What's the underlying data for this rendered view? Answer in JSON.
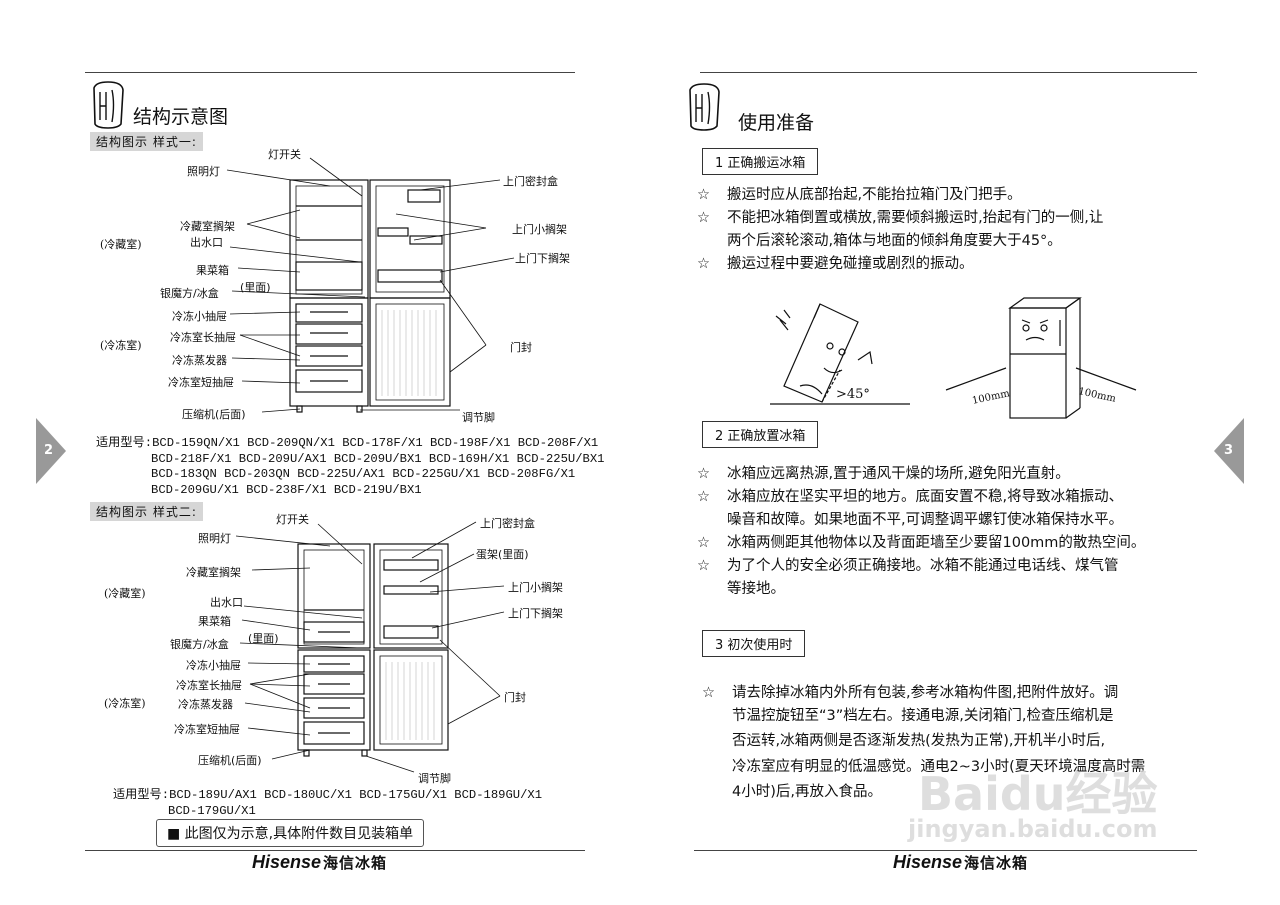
{
  "left": {
    "title": "结构示意图",
    "style1_label": "结构图示 样式一:",
    "style2_label": "结构图示 样式二:",
    "d1": {
      "light_switch": "灯开关",
      "lamp": "照明灯",
      "fridge_shelf": "冷藏室搁架",
      "water_outlet": "出水口",
      "crisper": "果菜箱",
      "inside": "(里面)",
      "ice_box": "银魔方/冰盒",
      "small_drawer": "冷冻小抽屉",
      "long_drawer": "冷冻室长抽屉",
      "evaporator": "冷冻蒸发器",
      "short_drawer": "冷冻室短抽屉",
      "compressor": "压缩机(后面)",
      "upper_seal_box": "上门密封盒",
      "upper_small_rack": "上门小搁架",
      "upper_lower_rack": "上门下搁架",
      "door_seal": "门封",
      "adjust_foot": "调节脚",
      "zone_fridge": "(冷藏室)",
      "zone_freezer": "(冷冻室)"
    },
    "models1": [
      "适用型号:BCD-159QN/X1 BCD-209QN/X1 BCD-178F/X1 BCD-198F/X1 BCD-208F/X1",
      "BCD-218F/X1 BCD-209U/AX1 BCD-209U/BX1 BCD-169H/X1 BCD-225U/BX1",
      "BCD-183QN BCD-203QN BCD-225U/AX1 BCD-225GU/X1 BCD-208FG/X1",
      "BCD-209GU/X1 BCD-238F/X1 BCD-219U/BX1"
    ],
    "d2": {
      "light_switch": "灯开关",
      "lamp": "照明灯",
      "fridge_shelf": "冷藏室搁架",
      "water_outlet": "出水口",
      "crisper": "果菜箱",
      "inside": "(里面)",
      "ice_box": "银魔方/冰盒",
      "small_drawer": "冷冻小抽屉",
      "long_drawer": "冷冻室长抽屉",
      "evaporator": "冷冻蒸发器",
      "short_drawer": "冷冻室短抽屉",
      "compressor": "压缩机(后面)",
      "upper_seal_box": "上门密封盒",
      "egg_rack": "蛋架(里面)",
      "upper_small_rack": "上门小搁架",
      "upper_lower_rack": "上门下搁架",
      "door_seal": "门封",
      "adjust_foot": "调节脚",
      "zone_fridge": "(冷藏室)",
      "zone_freezer": "(冷冻室)"
    },
    "models2": [
      "适用型号:BCD-189U/AX1  BCD-180UC/X1 BCD-175GU/X1 BCD-189GU/X1",
      "BCD-179GU/X1"
    ],
    "note": "■ 此图仅为示意,具体附件数目见装箱单",
    "page_num": "2",
    "logo_en": "Hisense",
    "logo_cn": "海信冰箱"
  },
  "right": {
    "title": "使用准备",
    "sec1": "1 正确搬运冰箱",
    "sec1_items": [
      "搬运时应从底部抬起,不能抬拉箱门及门把手。",
      "不能把冰箱倒置或横放,需要倾斜搬运时,抬起有门的一侧,让",
      "两个后滚轮滚动,箱体与地面的倾斜角度要大于45°。",
      "搬运过程中要避免碰撞或剧烈的振动。"
    ],
    "angle_label": ">45°",
    "dist_label": "100mm",
    "sec2": "2 正确放置冰箱",
    "sec2_items": [
      "冰箱应远离热源,置于通风干燥的场所,避免阳光直射。",
      "冰箱应放在坚实平坦的地方。底面安置不稳,将导致冰箱振动、",
      "噪音和故障。如果地面不平,可调整调平螺钉使冰箱保持水平。",
      "冰箱两侧距其他物体以及背面距墙至少要留100mm的散热空间。",
      "为了个人的安全必须正确接地。冰箱不能通过电话线、煤气管",
      "等接地。"
    ],
    "sec3": "3 初次使用时",
    "sec3_items": [
      "请去除掉冰箱内外所有包装,参考冰箱构件图,把附件放好。调",
      "节温控旋钮至“3”档左右。接通电源,关闭箱门,检查压缩机是",
      "否运转,冰箱两侧是否逐渐发热(发热为正常),开机半小时后,",
      "冷冻室应有明显的低温感觉。通电2~3小时(夏天环境温度高时需",
      "4小时)后,再放入食品。"
    ],
    "star": "☆",
    "page_num": "3",
    "logo_en": "Hisense",
    "logo_cn": "海信冰箱",
    "watermark_1": "Baidu经验",
    "watermark_2": "jingyan.baidu.com"
  }
}
